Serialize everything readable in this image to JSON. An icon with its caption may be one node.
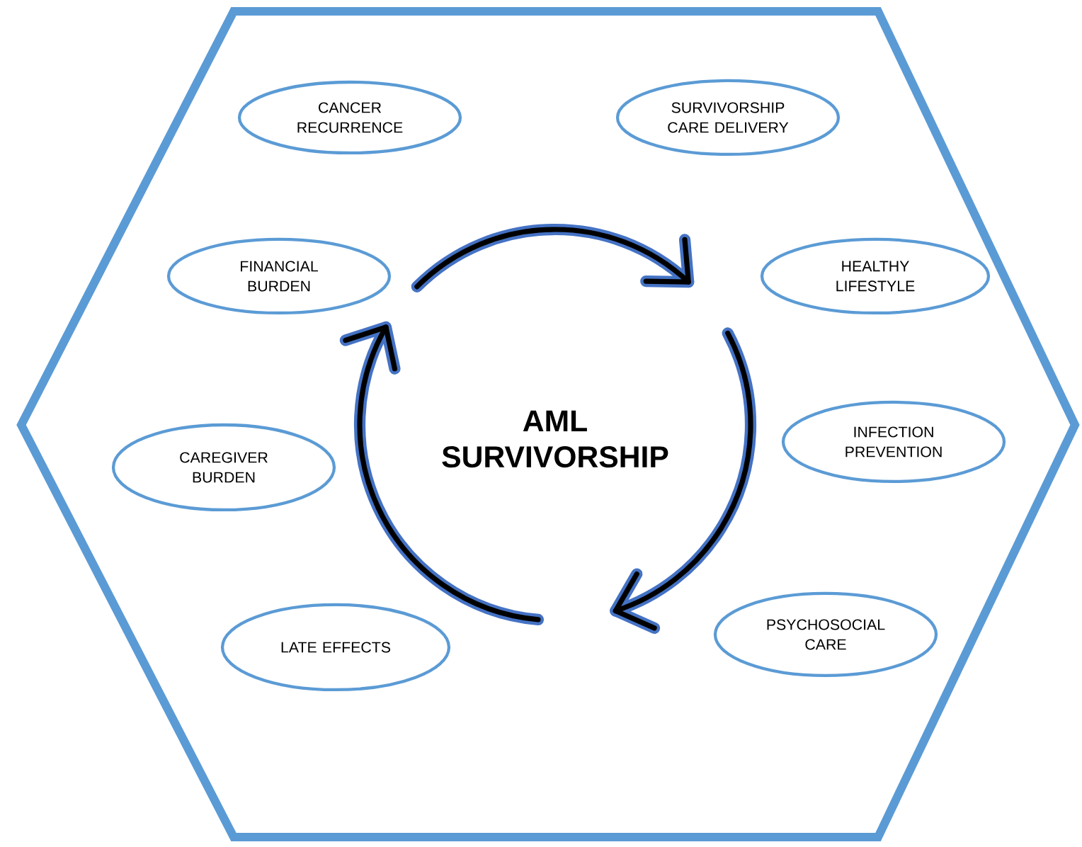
{
  "diagram": {
    "nodes": [
      {
        "text": [
          "AML SURVIVORSHIP"
        ]
      },
      {
        "text": [
          "CANCER RECURRENCE"
        ],
        "in": 0
      },
      {
        "text": [
          "SURVIVORSHIP CARE DELIVERY"
        ],
        "in": 0
      },
      {
        "text": [
          "FINANCIAL BURDEN"
        ],
        "in": 0
      },
      {
        "text": [
          "HEALTHY LIFESTYLE"
        ],
        "in": 0
      },
      {
        "text": [
          "CAREGIVER BURDEN"
        ],
        "in": 0
      },
      {
        "text": [
          "INFECTION PREVENTION"
        ],
        "in": 0
      },
      {
        "text": [
          "LATE EFFECTS"
        ],
        "in": 0
      },
      {
        "text": [
          "PSYCHOSOCIAL CARE"
        ],
        "in": 0
      }
    ]
  }
}
